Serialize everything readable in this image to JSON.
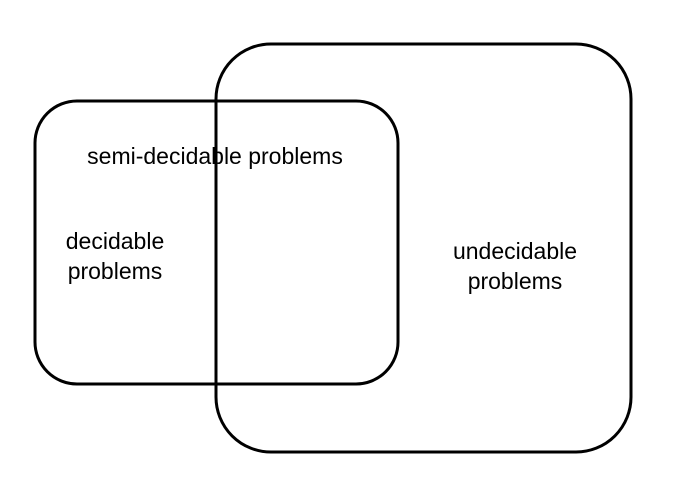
{
  "diagram": {
    "labels": {
      "semi_decidable": "semi-decidable problems",
      "decidable": [
        "decidable",
        "problems"
      ],
      "undecidable": [
        "undecidable",
        "problems"
      ]
    },
    "colors": {
      "stroke": "#000000",
      "background": "#ffffff",
      "text": "#000000"
    }
  }
}
